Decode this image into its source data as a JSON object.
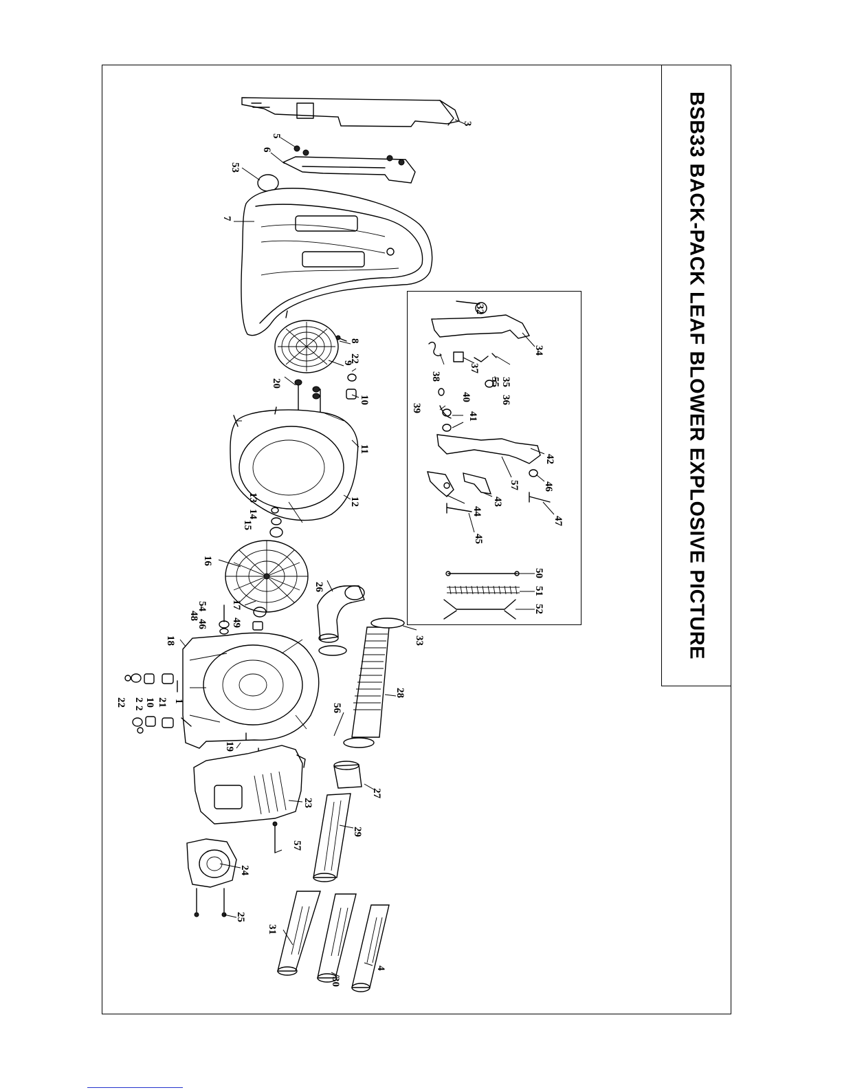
{
  "title": "BSB33 BACK-PACK LEAF BLOWER EXPLOSIVE PICTURE",
  "parts": [
    {
      "number": "1"
    },
    {
      "number": "2"
    },
    {
      "number": "2"
    },
    {
      "number": "3"
    },
    {
      "number": "4"
    },
    {
      "number": "5"
    },
    {
      "number": "6"
    },
    {
      "number": "7"
    },
    {
      "number": "8"
    },
    {
      "number": "9"
    },
    {
      "number": "10"
    },
    {
      "number": "10"
    },
    {
      "number": "11"
    },
    {
      "number": "12"
    },
    {
      "number": "13"
    },
    {
      "number": "14"
    },
    {
      "number": "15"
    },
    {
      "number": "16"
    },
    {
      "number": "17"
    },
    {
      "number": "18"
    },
    {
      "number": "19"
    },
    {
      "number": "20"
    },
    {
      "number": "21"
    },
    {
      "number": "22"
    },
    {
      "number": "22"
    },
    {
      "number": "23"
    },
    {
      "number": "24"
    },
    {
      "number": "25"
    },
    {
      "number": "26"
    },
    {
      "number": "27"
    },
    {
      "number": "28"
    },
    {
      "number": "29"
    },
    {
      "number": "30"
    },
    {
      "number": "31"
    },
    {
      "number": "32"
    },
    {
      "number": "33"
    },
    {
      "number": "34"
    },
    {
      "number": "35"
    },
    {
      "number": "36"
    },
    {
      "number": "37"
    },
    {
      "number": "38"
    },
    {
      "number": "39"
    },
    {
      "number": "40"
    },
    {
      "number": "41"
    },
    {
      "number": "42"
    },
    {
      "number": "43"
    },
    {
      "number": "44"
    },
    {
      "number": "45"
    },
    {
      "number": "46"
    },
    {
      "number": "46"
    },
    {
      "number": "47"
    },
    {
      "number": "48"
    },
    {
      "number": "49"
    },
    {
      "number": "50"
    },
    {
      "number": "51"
    },
    {
      "number": "52"
    },
    {
      "number": "53"
    },
    {
      "number": "54"
    },
    {
      "number": "55"
    },
    {
      "number": "56"
    },
    {
      "number": "57"
    },
    {
      "number": "57"
    }
  ]
}
